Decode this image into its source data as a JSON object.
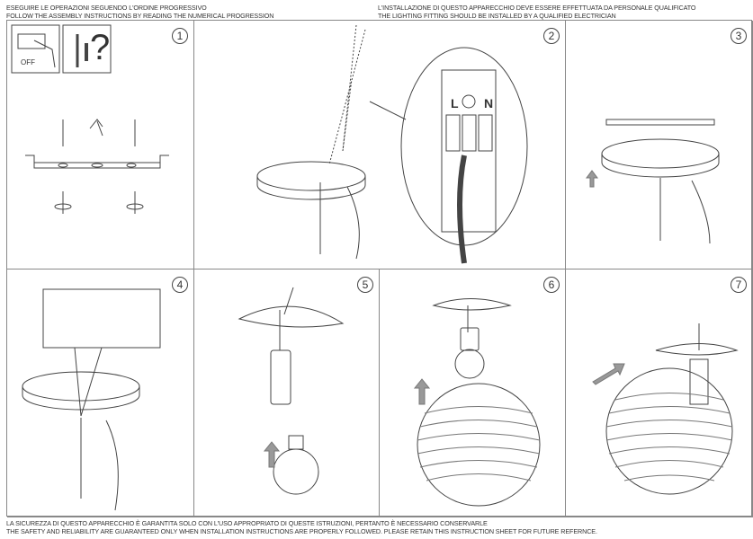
{
  "header": {
    "left_it": "ESEGUIRE LE OPERAZIONI SEGUENDO L'ORDINE PROGRESSIVO",
    "left_en": "FOLLOW THE ASSEMBLY INSTRUCTIONS BY READING THE NUMERICAL PROGRESSION",
    "right_it": "L'INSTALLAZIONE DI QUESTO APPARECCHIO DEVE ESSERE EFFETTUATA DA PERSONALE QUALIFICATO",
    "right_en": "THE LIGHTING FITTING SHOULD BE INSTALLED BY A QUALIFIED ELECTRICIAN"
  },
  "steps": [
    "1",
    "2",
    "3",
    "4",
    "5",
    "6",
    "7"
  ],
  "labels": {
    "off": "OFF",
    "question": "?",
    "live": "L",
    "neutral": "N"
  },
  "footer": {
    "it": "LA SICUREZZA DI QUESTO APPARECCHIO È GARANTITA SOLO CON L'USO APPROPRIATO DI QUESTE ISTRUZIONI, PERTANTO È NECESSARIO CONSERVARLE",
    "en": "THE SAFETY AND RELIABILITY ARE GUARANTEED ONLY WHEN INSTALLATION INSTRUCTIONS ARE PROPERLY FOLLOWED. PLEASE RETAIN THIS INSTRUCTION SHEET FOR FUTURE REFERNCE."
  },
  "colors": {
    "arrow": "#999999",
    "line": "#444444"
  }
}
